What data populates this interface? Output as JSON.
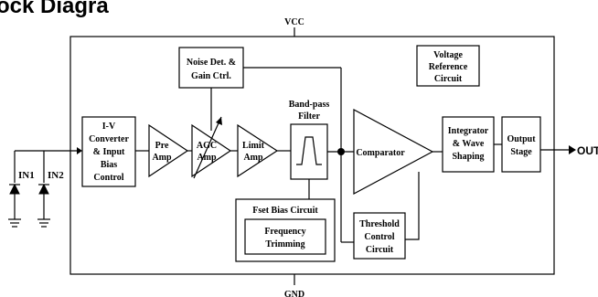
{
  "heading_fragment": "ock Diagra",
  "power": {
    "vcc": "VCC",
    "gnd": "GND"
  },
  "pins": {
    "in1": "IN1",
    "in2": "IN2",
    "out": "OUT"
  },
  "blocks": {
    "iv_converter": [
      "I-V",
      "Converter",
      "& Input",
      "Bias",
      "Control"
    ],
    "pre_amp": [
      "Pre",
      "Amp"
    ],
    "agc_amp": [
      "AGC",
      "Amp"
    ],
    "limit_amp": [
      "Limit",
      "Amp"
    ],
    "bandpass": [
      "Band-pass",
      "Filter"
    ],
    "noise_det": [
      "Noise Det. &",
      "Gain Ctrl."
    ],
    "voltage_ref": [
      "Voltage",
      "Reference",
      "Circuit"
    ],
    "comparator": "Comparator",
    "integrator": [
      "Integrator",
      "& Wave",
      "Shaping"
    ],
    "output_stage": [
      "Output",
      "Stage"
    ],
    "fset_bias": "Fset Bias Circuit",
    "freq_trim": [
      "Frequency",
      "Trimming"
    ],
    "threshold": [
      "Threshold",
      "Control",
      "Circuit"
    ]
  }
}
